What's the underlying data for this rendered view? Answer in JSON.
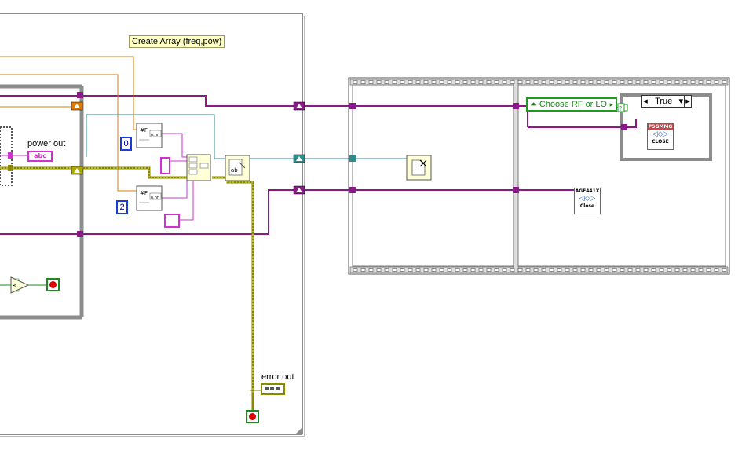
{
  "labels": {
    "create_array": "Create Array (freq,pow)",
    "power_out": "power out",
    "error_out": "error out"
  },
  "constants": {
    "index_0": "0",
    "index_2": "2"
  },
  "indicators": {
    "power_out_type": "abc"
  },
  "case_structure": {
    "enum_value": "Choose RF or LO",
    "selector_value": "True"
  },
  "subvis": {
    "psg_close_top": "PSGMMG",
    "psg_close_bottom": "CLOSE",
    "age_close_top": "AGE441X",
    "age_close_bottom": "Close"
  },
  "colors": {
    "error_wire": "#8a8a00",
    "string_wire": "#d230d2",
    "refnum_wire": "#8a1a8a",
    "numeric_wire": "#e07b00",
    "path_wire": "#2b8e8e",
    "enum_green": "#1f9b1f",
    "frame_gray": "#8c8c8c"
  }
}
